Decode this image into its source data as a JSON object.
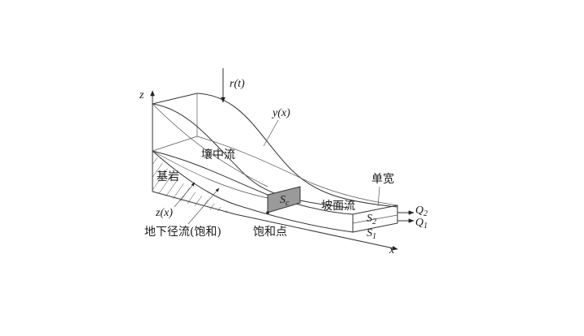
{
  "axes": {
    "z": "z",
    "x": "x"
  },
  "labels": {
    "rainfall": "r(t)",
    "surface_profile": "y(x)",
    "bedrock_profile": "z(x)",
    "interflow": "壤中流",
    "bedrock": "基岩",
    "groundwater": "地下径流(饱和)",
    "saturation_point": "饱和点",
    "overland_flow": "坡面流",
    "unit_width": "单宽",
    "saturated_area": "S",
    "saturated_area_sub": "c",
    "s1": "S",
    "s1_sub": "1",
    "s2": "S",
    "s2_sub": "2",
    "q1": "Q",
    "q1_sub": "1",
    "q2": "Q",
    "q2_sub": "2"
  },
  "colors": {
    "line": "#333333",
    "shaded_region": "#9a9a9a"
  }
}
